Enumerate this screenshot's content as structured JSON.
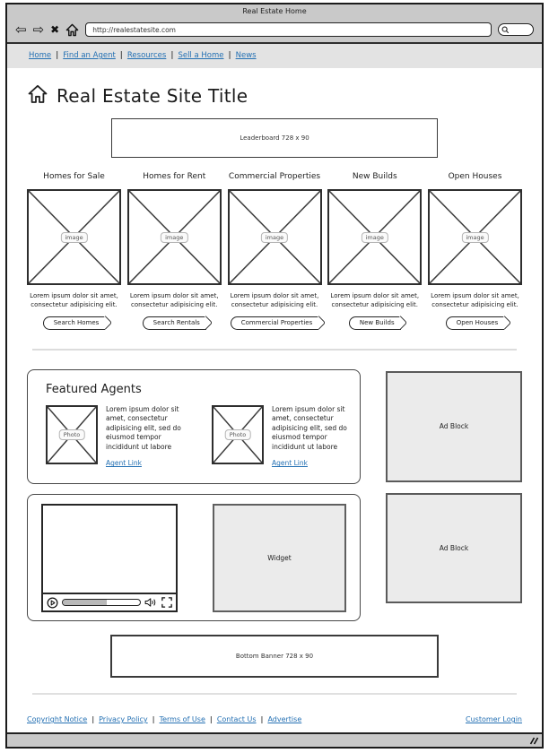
{
  "browser": {
    "window_title": "Real Estate Home",
    "url": "http://realestatesite.com"
  },
  "nav": {
    "separator": "|",
    "items": [
      {
        "label": "Home"
      },
      {
        "label": "Find an Agent"
      },
      {
        "label": "Resources"
      },
      {
        "label": "Sell a Home"
      },
      {
        "label": "News"
      }
    ]
  },
  "header": {
    "title": "Real Estate Site Title"
  },
  "leaderboard": {
    "label": "Leaderboard 728 x 90"
  },
  "categories": [
    {
      "heading": "Homes for Sale",
      "image_label": "image",
      "description": "Lorem ipsum dolor sit amet, consectetur adipisicing elit.",
      "button": "Search Homes"
    },
    {
      "heading": "Homes for Rent",
      "image_label": "image",
      "description": "Lorem ipsum dolor sit amet, consectetur adipisicing elit.",
      "button": "Search Rentals"
    },
    {
      "heading": "Commercial Properties",
      "image_label": "image",
      "description": "Lorem ipsum dolor sit amet, consectetur adipisicing elit.",
      "button": "Commercial Properties"
    },
    {
      "heading": "New Builds",
      "image_label": "image",
      "description": "Lorem ipsum dolor sit amet, consectetur adipisicing elit.",
      "button": "New Builds"
    },
    {
      "heading": "Open Houses",
      "image_label": "image",
      "description": "Lorem ipsum dolor sit amet, consectetur adipisicing elit.",
      "button": "Open Houses"
    }
  ],
  "featured_agents": {
    "heading": "Featured Agents",
    "agents": [
      {
        "photo_label": "Photo",
        "description": "Lorem ipsum dolor sit amet, consectetur adipisicing elit, sed do eiusmod tempor incididunt ut labore",
        "link_label": "Agent Link"
      },
      {
        "photo_label": "Photo",
        "description": "Lorem ipsum dolor sit amet, consectetur adipisicing elit, sed do eiusmod tempor incididunt ut labore",
        "link_label": "Agent Link"
      }
    ]
  },
  "sidebar_ads": [
    {
      "label": "Ad Block"
    },
    {
      "label": "Ad Block"
    }
  ],
  "media": {
    "video": {
      "progress_percent": 57
    },
    "widget_label": "Widget"
  },
  "bottom_banner": {
    "label": "Bottom Banner 728 x 90"
  },
  "footer": {
    "separator": "|",
    "links": [
      {
        "label": "Copyright Notice"
      },
      {
        "label": "Privacy Policy"
      },
      {
        "label": "Terms of Use"
      },
      {
        "label": "Contact Us"
      },
      {
        "label": "Advertise"
      }
    ],
    "right_link": "Customer Login"
  },
  "colors": {
    "link": "#2470b3",
    "chrome_gray": "#c9c9c9",
    "nav_strip_gray": "#e3e3e3",
    "placeholder_fill": "#ebebeb"
  }
}
